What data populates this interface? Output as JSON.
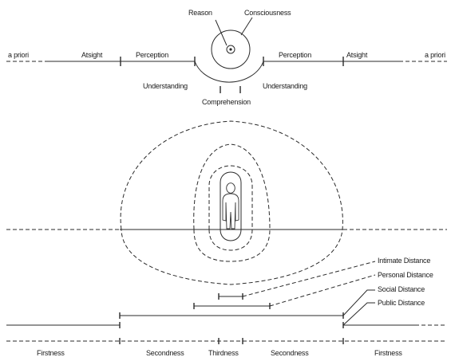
{
  "top_scale": {
    "left": {
      "a_priori": "a priori",
      "atsight": "Atsight",
      "perception": "Perception",
      "understanding": "Understanding"
    },
    "right": {
      "a_priori": "a priori",
      "atsight": "Atsight",
      "perception": "Perception",
      "understanding": "Understanding"
    },
    "center": {
      "reason": "Reason",
      "consciousness": "Consciousness",
      "comprehension": "Comprehension"
    }
  },
  "proxemics": {
    "intimate": "Intimate Distance",
    "personal": "Personal Distance",
    "social": "Social Distance",
    "public": "Public Distance"
  },
  "bottom_scale": {
    "firstness_left": "Firstness",
    "secondness_left": "Secondness",
    "thirdness": "Thirdness",
    "secondness_right": "Secondness",
    "firstness_right": "Firstness"
  },
  "colors": {
    "line": "#2a2a2a",
    "text": "#1a1a1a",
    "background": "#ffffff"
  },
  "icons": {
    "figure": "standing-person-icon"
  }
}
